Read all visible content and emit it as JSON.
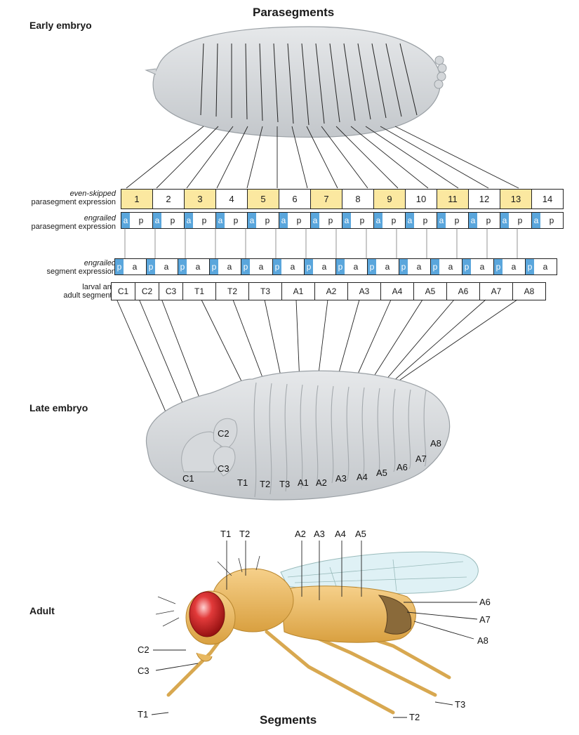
{
  "titles": {
    "top": "Parasegments",
    "bottom": "Segments"
  },
  "stages": {
    "early": "Early embryo",
    "late": "Late embryo",
    "adult": "Adult"
  },
  "row_labels": {
    "eve_italic": "even-skipped",
    "eve_normal": "parasegment expression",
    "en_ps_italic": "engrailed",
    "en_ps_normal": "parasegment expression",
    "en_seg_italic": "engrailed",
    "en_seg_normal": "segment expression",
    "larval_line1": "larval and",
    "larval_line2": "adult segments"
  },
  "parasegments": [
    "1",
    "2",
    "3",
    "4",
    "5",
    "6",
    "7",
    "8",
    "9",
    "10",
    "11",
    "12",
    "13",
    "14"
  ],
  "ps_highlight_color": "#fbe8a0",
  "en_color": "#5aa6dc",
  "ap_letters": {
    "a": "a",
    "p": "p"
  },
  "segments": [
    "C1",
    "C2",
    "C3",
    "T1",
    "T2",
    "T3",
    "A1",
    "A2",
    "A3",
    "A4",
    "A5",
    "A6",
    "A7",
    "A8"
  ],
  "late_embryo_labels": [
    "C1",
    "C2",
    "C3",
    "T1",
    "T2",
    "T3",
    "A1",
    "A2",
    "A3",
    "A4",
    "A5",
    "A6",
    "A7",
    "A8"
  ],
  "adult_labels": {
    "top": [
      "T1",
      "T2",
      "A2",
      "A3",
      "A4",
      "A5"
    ],
    "right": [
      "A6",
      "A7",
      "A8"
    ],
    "left": [
      "C2",
      "C3",
      "T1"
    ],
    "bottom_right": [
      "T3",
      "T2"
    ]
  }
}
